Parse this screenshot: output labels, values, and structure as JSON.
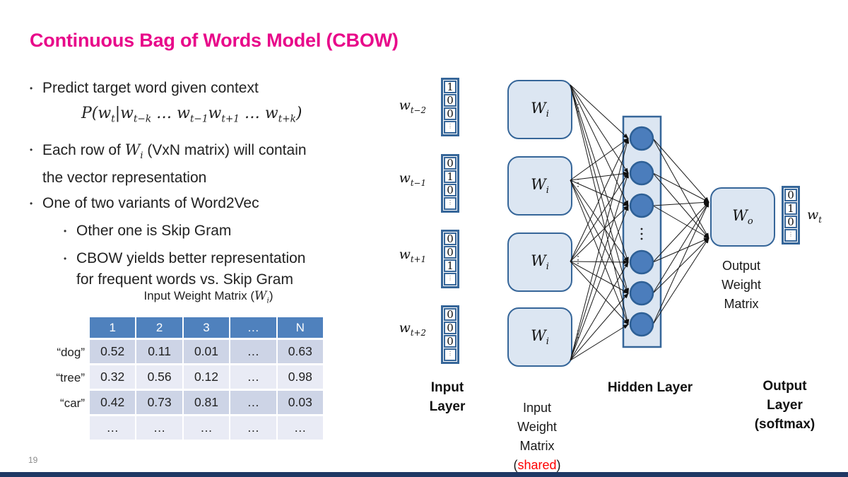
{
  "slide": {
    "title": "Continuous Bag of Words Model (CBOW)",
    "page_number": "19"
  },
  "bullets": [
    {
      "indent": 0,
      "name": "bullet-predict",
      "runs": [
        {
          "v": "Predict target word given context"
        }
      ]
    },
    {
      "formula": true,
      "name": "probability-formula",
      "runs": [
        {
          "v": "P(w"
        },
        {
          "v": "t",
          "sub": 1
        },
        {
          "v": "|w"
        },
        {
          "v": "t−k",
          "sub": 1
        },
        {
          "v": " … "
        },
        {
          "v": "w"
        },
        {
          "v": "t−1",
          "sub": 1
        },
        {
          "v": "w"
        },
        {
          "v": "t+1",
          "sub": 1
        },
        {
          "v": " … "
        },
        {
          "v": "w"
        },
        {
          "v": "t+k",
          "sub": 1
        },
        {
          "v": ")"
        }
      ]
    },
    {
      "indent": 0,
      "name": "bullet-each-row",
      "runs": [
        {
          "v": "Each row of "
        },
        {
          "v": "W",
          "m": 1
        },
        {
          "v": "i",
          "m": 1,
          "sub": 1
        },
        {
          "v": " (VxN matrix) will contain"
        },
        {
          "br": 1
        },
        {
          "v": "the vector representation"
        }
      ]
    },
    {
      "indent": 0,
      "name": "bullet-variants",
      "cls": "b3",
      "runs": [
        {
          "v": "One of two variants of Word2Vec"
        }
      ]
    },
    {
      "indent": 1,
      "name": "bullet-skipgram",
      "cls": "sb1",
      "runs": [
        {
          "v": "Other one is Skip Gram"
        }
      ]
    },
    {
      "indent": 1,
      "name": "bullet-cbow-better",
      "cls": "sb2",
      "runs": [
        {
          "v": "CBOW yields better representation"
        },
        {
          "br": 1
        },
        {
          "v": "for frequent words vs. Skip Gram"
        }
      ]
    }
  ],
  "table": {
    "title_runs": [
      {
        "v": "Input Weight Matrix ("
      },
      {
        "v": "W",
        "m": 1
      },
      {
        "v": "i",
        "m": 1,
        "sub": 1
      },
      {
        "v": ")"
      }
    ],
    "headers": [
      "1",
      "2",
      "3",
      "…",
      "N"
    ],
    "rows": [
      {
        "label": "“dog”",
        "cells": [
          "0.52",
          "0.11",
          "0.01",
          "…",
          "0.63"
        ]
      },
      {
        "label": "“tree”",
        "cells": [
          "0.32",
          "0.56",
          "0.12",
          "…",
          "0.98"
        ]
      },
      {
        "label": "“car”",
        "cells": [
          "0.42",
          "0.73",
          "0.81",
          "…",
          "0.03"
        ]
      },
      {
        "label": "",
        "cells": [
          "…",
          "…",
          "…",
          "…",
          "…"
        ]
      }
    ]
  },
  "diagram": {
    "inputs": [
      {
        "label_runs": [
          {
            "v": "w",
            "m": 1
          },
          {
            "v": "t−2",
            "m": 1,
            "sub": 1
          }
        ],
        "cells": [
          "1",
          "0",
          "0",
          "⋮"
        ]
      },
      {
        "label_runs": [
          {
            "v": "w",
            "m": 1
          },
          {
            "v": "t−1",
            "m": 1,
            "sub": 1
          }
        ],
        "cells": [
          "0",
          "1",
          "0",
          "⋮"
        ]
      },
      {
        "label_runs": [
          {
            "v": "w",
            "m": 1
          },
          {
            "v": "t+1",
            "m": 1,
            "sub": 1
          }
        ],
        "cells": [
          "0",
          "0",
          "1",
          "⋮"
        ]
      },
      {
        "label_runs": [
          {
            "v": "w",
            "m": 1
          },
          {
            "v": "t+2",
            "m": 1,
            "sub": 1
          }
        ],
        "cells": [
          "0",
          "0",
          "0",
          "⋮"
        ]
      }
    ],
    "wi_label_runs": [
      {
        "v": "W",
        "m": 1
      },
      {
        "v": "i",
        "m": 1,
        "sub": 1
      }
    ],
    "wo_label_runs": [
      {
        "v": "W",
        "m": 1
      },
      {
        "v": "o",
        "m": 1,
        "sub": 1
      }
    ],
    "output_vector": {
      "label_runs": [
        {
          "v": "w",
          "m": 1
        },
        {
          "v": "t",
          "m": 1,
          "sub": 1
        }
      ],
      "cells": [
        "0",
        "1",
        "0",
        "⋮"
      ]
    },
    "ellipsis": "⋮",
    "captions": {
      "input_layer": "Input\nLayer",
      "input_weight": "Input\nWeight\nMatrix",
      "shared_runs": [
        {
          "v": "("
        },
        {
          "v": "shared",
          "red": 1
        },
        {
          "v": ")"
        }
      ],
      "hidden_layer": "Hidden Layer",
      "output_weight": "Output\nWeight\nMatrix",
      "output_layer": "Output\nLayer\n(softmax)"
    }
  },
  "colors": {
    "title": "#E8088A",
    "table_header": "#4F81BD",
    "row_dark": "#CDD4E6",
    "row_light": "#E9EBF5",
    "diagram_border": "#366699",
    "box_fill": "#DCE6F2",
    "node_fill": "#4B7DBC",
    "node_stroke": "#2E6096",
    "shared_red": "#FF0000",
    "footer_bar": "#1F3864"
  }
}
